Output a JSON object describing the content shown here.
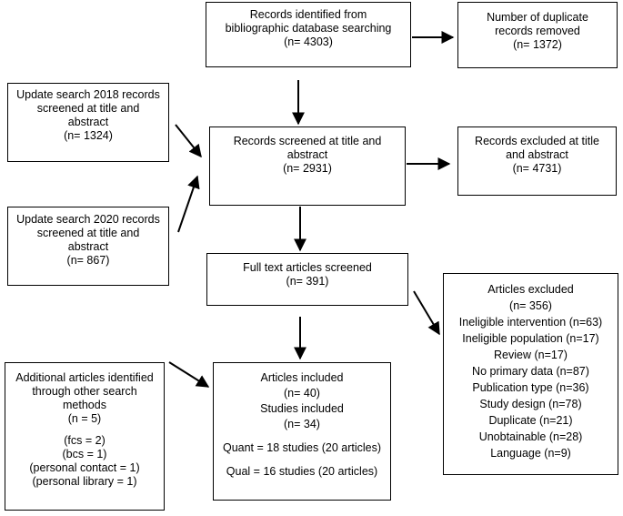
{
  "boxes": {
    "identified": [
      "Records identified from",
      "bibliographic database searching",
      "(n= 4303)"
    ],
    "duplicates": [
      "Number of duplicate",
      "records removed",
      "(n= 1372)"
    ],
    "update2018": [
      "Update search 2018 records",
      "screened at title and",
      "abstract",
      "(n= 1324)"
    ],
    "screened": [
      "Records screened at title and",
      "abstract",
      "(n= 2931)"
    ],
    "excluded_title": [
      "Records excluded at title",
      "and abstract",
      "(n= 4731)"
    ],
    "update2020": [
      "Update search 2020 records",
      "screened at title and",
      "abstract",
      "(n= 867)"
    ],
    "fulltext": [
      "Full text articles screened",
      "(n= 391)"
    ],
    "articles_excluded": [
      "Articles excluded",
      "(n= 356)",
      "Ineligible intervention (n=63)",
      "Ineligible population (n=17)",
      "Review (n=17)",
      "No primary data (n=87)",
      "Publication type (n=36)",
      "Study design (n=78)",
      "Duplicate (n=21)",
      "Unobtainable (n=28)",
      "Language (n=9)"
    ],
    "additional_top": [
      "Additional articles identified",
      "through other search",
      "methods",
      "(n = 5)"
    ],
    "additional_bottom": [
      "(fcs = 2)",
      "(bcs = 1)",
      "(personal contact = 1)",
      "(personal library = 1)"
    ],
    "included_top": [
      "Articles included",
      "(n= 40)",
      "Studies included",
      "(n= 34)"
    ],
    "included_quant": "Quant = 18 studies (20 articles)",
    "included_qual": "Qual = 16 studies (20 articles)"
  }
}
